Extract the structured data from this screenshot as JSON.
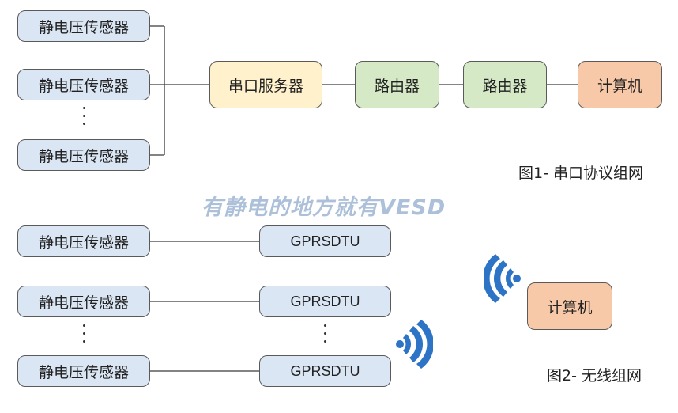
{
  "fig1": {
    "sensors": [
      "静电压传感器",
      "静电压传感器",
      "静电压传感器"
    ],
    "serial_server": "串口服务器",
    "routers": [
      "路由器",
      "路由器"
    ],
    "computer": "计算机",
    "caption": "图1- 串口协议组网"
  },
  "watermark": "有静电的地方就有VESD",
  "fig2": {
    "sensors": [
      "静电压传感器",
      "静电压传感器",
      "静电压传感器"
    ],
    "dtus": [
      "GPRSDTU",
      "GPRSDTU",
      "GPRSDTU"
    ],
    "computer": "计算机",
    "caption": "图2- 无线组网"
  },
  "colors": {
    "sensor": "#dae6f4",
    "serial_server": "#fff1cc",
    "router": "#d6e9c6",
    "computer": "#f8c9a8",
    "wifi": "#2e74c6",
    "watermark": "#9fb6d3"
  },
  "icons": [
    "wifi-signal-icon",
    "wifi-signal-icon"
  ]
}
